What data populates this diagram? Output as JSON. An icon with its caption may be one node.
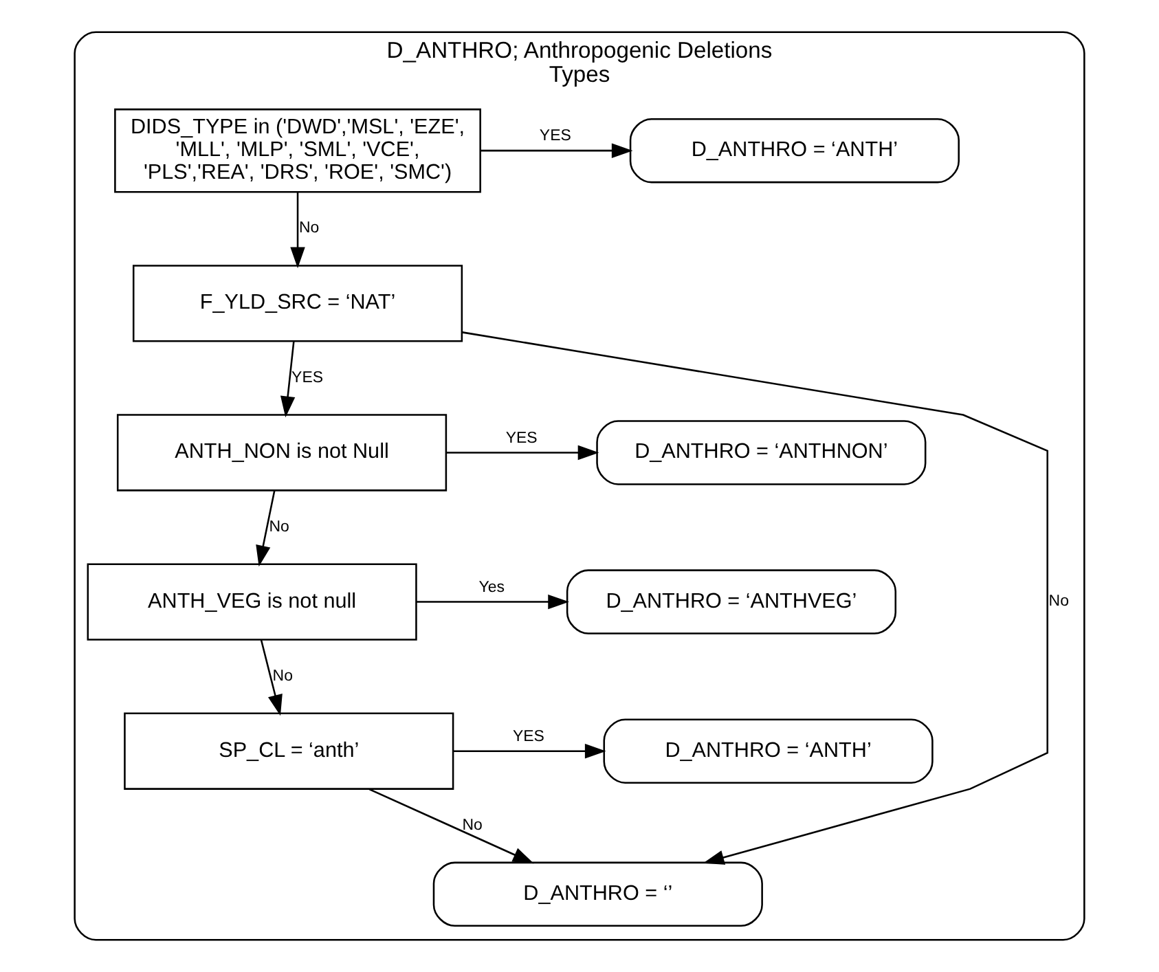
{
  "diagram": {
    "nodes": [
      {
        "text": [
          "D_ANTHRO; Anthropogenic Deletions Types"
        ]
      },
      {
        "text": [
          "DIDS_TYPE in ('DWD','MSL', 'EZE', 'MLL', 'MLP', 'SML', 'VCE', 'PLS','REA', 'DRS', 'ROE', 'SMC')"
        ],
        "in": 0
      },
      {
        "text": [
          "D_ANTHRO = ‘ANTH’"
        ],
        "in": 0
      },
      {
        "text": [
          "F_YLD_SRC = ‘NAT’"
        ],
        "in": 0
      },
      {
        "text": [
          "ANTH_NON is not Null"
        ],
        "in": 0
      },
      {
        "text": [
          "D_ANTHRO = ‘ANTHNON’"
        ],
        "in": 0
      },
      {
        "text": [
          "ANTH_VEG is not null"
        ],
        "in": 0
      },
      {
        "text": [
          "D_ANTHRO = ‘ANTHVEG’"
        ],
        "in": 0
      },
      {
        "text": [
          "SP_CL = ‘anth’"
        ],
        "in": 0
      },
      {
        "text": [
          "D_ANTHRO = ‘ANTH’"
        ],
        "in": 0
      },
      {
        "text": [
          "D_ANTHRO = ‘’"
        ],
        "in": 0
      }
    ],
    "edges": [
      {
        "from": 1,
        "to": 2,
        "arrow": "to",
        "label": "YES"
      },
      {
        "from": 1,
        "to": 3,
        "arrow": "to",
        "label": "No"
      },
      {
        "from": 3,
        "to": 4,
        "arrow": "to",
        "label": "YES"
      },
      {
        "from": 4,
        "to": 5,
        "arrow": "to",
        "label": "YES"
      },
      {
        "from": 4,
        "to": 6,
        "arrow": "to",
        "label": "No"
      },
      {
        "from": 6,
        "to": 7,
        "arrow": "to",
        "label": "Yes"
      },
      {
        "from": 6,
        "to": 8,
        "arrow": "to",
        "label": "No"
      },
      {
        "from": 8,
        "to": 9,
        "arrow": "to",
        "label": "YES"
      },
      {
        "from": 3,
        "to": 10,
        "arrow": "to",
        "label": "No"
      },
      {
        "from": 8,
        "to": 10,
        "arrow": "to",
        "label": "No"
      }
    ]
  }
}
